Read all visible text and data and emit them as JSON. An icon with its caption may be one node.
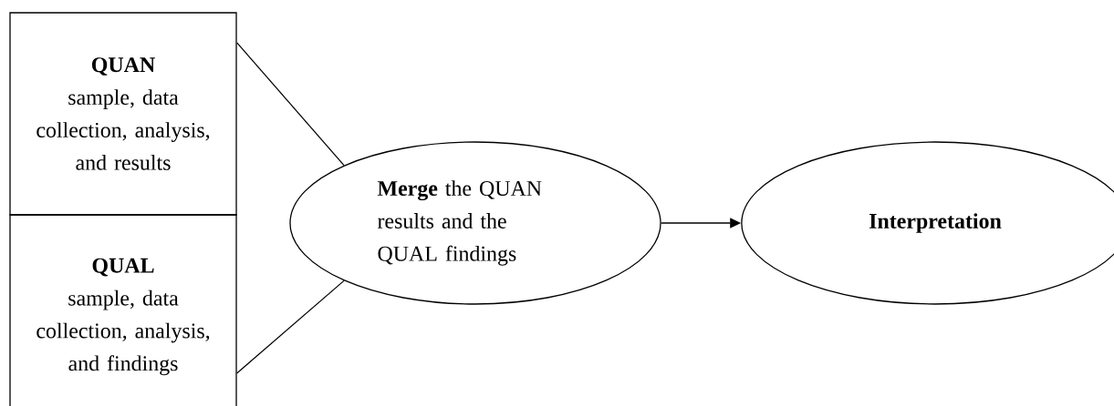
{
  "diagram": {
    "nodes": [
      {
        "text": [
          "QUAN",
          "sample, data collection, analysis, and results"
        ]
      },
      {
        "text": [
          "QUAL",
          "sample, data collection, analysis, and findings"
        ]
      },
      {
        "text": [
          "**Merge** the QUAN results and the QUAL findings"
        ]
      },
      {
        "text": [
          "Interpretation"
        ]
      }
    ],
    "edges": [
      {
        "from": 0,
        "to": 2,
        "arrow": "none"
      },
      {
        "from": 1,
        "to": 2,
        "arrow": "none"
      },
      {
        "from": 2,
        "to": 3,
        "arrow": "to"
      }
    ]
  }
}
